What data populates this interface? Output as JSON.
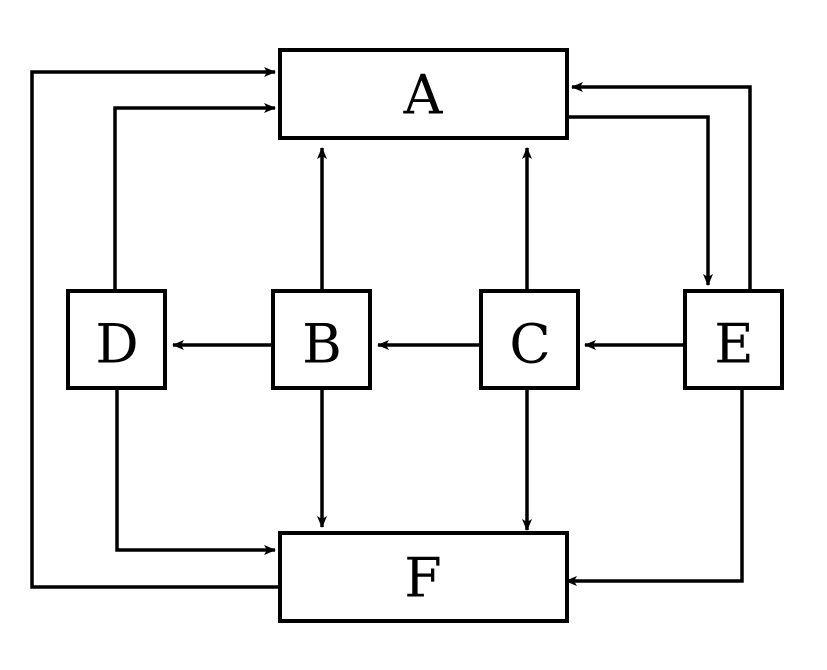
{
  "diagram": {
    "nodes": {
      "A": "A",
      "B": "B",
      "C": "C",
      "D": "D",
      "E": "E",
      "F": "F"
    },
    "edges": [
      {
        "from": "D",
        "to": "A"
      },
      {
        "from": "F",
        "to": "A"
      },
      {
        "from": "B",
        "to": "A"
      },
      {
        "from": "C",
        "to": "A"
      },
      {
        "from": "E",
        "to": "A"
      },
      {
        "from": "A",
        "to": "E"
      },
      {
        "from": "B",
        "to": "D"
      },
      {
        "from": "C",
        "to": "B"
      },
      {
        "from": "E",
        "to": "C"
      },
      {
        "from": "B",
        "to": "F"
      },
      {
        "from": "C",
        "to": "F"
      },
      {
        "from": "D",
        "to": "F"
      },
      {
        "from": "E",
        "to": "F"
      }
    ],
    "colors": {
      "stroke": "#000000",
      "background": "#ffffff"
    }
  }
}
